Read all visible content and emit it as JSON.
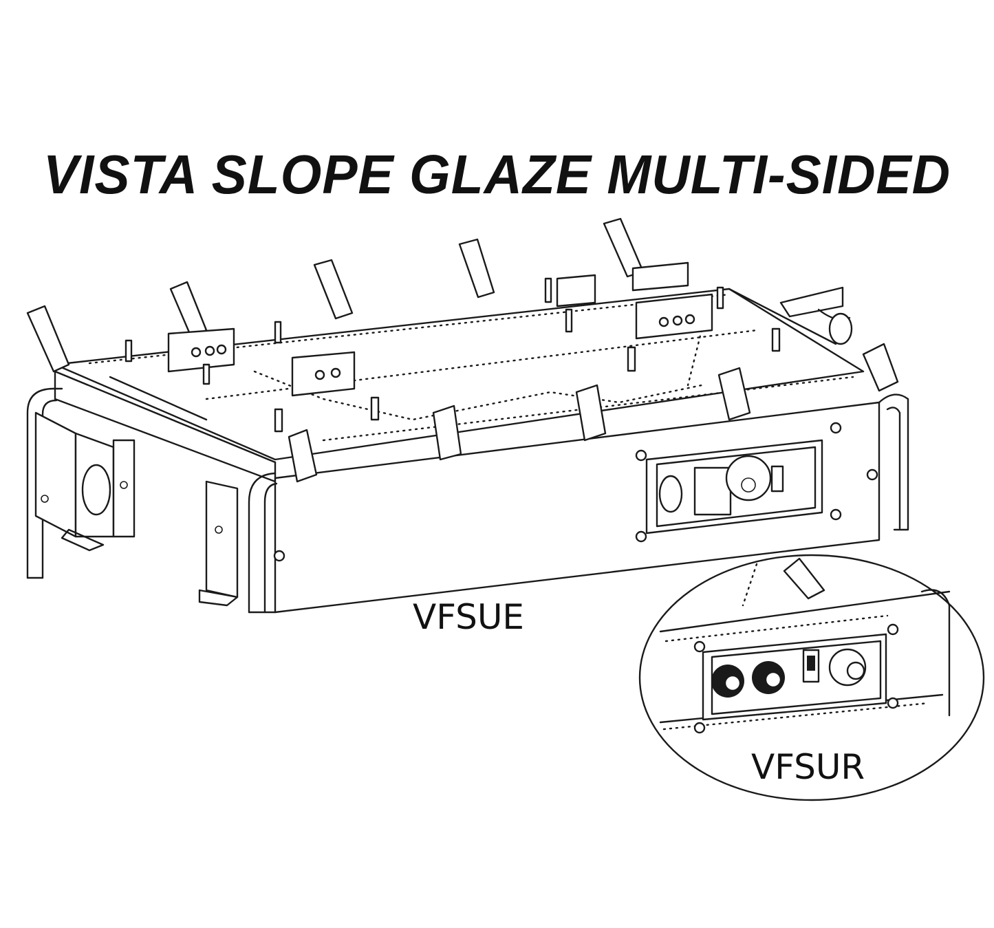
{
  "title": "VISTA SLOPE GLAZE MULTI-SIDED",
  "labels": {
    "main_unit": "VFSUE",
    "inset_unit": "VFSUR"
  },
  "colors": {
    "line": "#1a1a1a",
    "background": "#ffffff"
  }
}
